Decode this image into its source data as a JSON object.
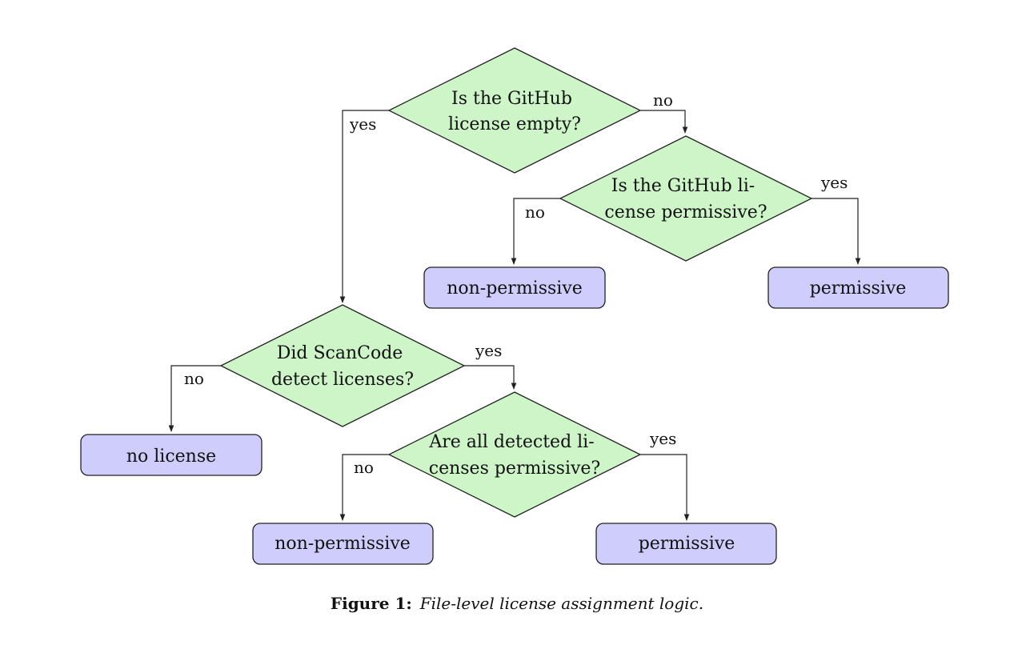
{
  "colors": {
    "decision_fill": "#cdf5c8",
    "outcome_fill": "#cfcdfb",
    "stroke": "#222222"
  },
  "decisions": {
    "github_empty": [
      "Is the GitHub",
      "license empty?"
    ],
    "github_permissive": [
      "Is the GitHub li-",
      "cense permissive?"
    ],
    "scancode_detect": [
      "Did ScanCode",
      "detect licenses?"
    ],
    "all_permissive": [
      "Are all detected li-",
      "censes permissive?"
    ]
  },
  "outcomes": {
    "github_non_permissive": "non-permissive",
    "github_permissive": "permissive",
    "no_license": "no license",
    "scancode_non_permissive": "non-permissive",
    "scancode_permissive": "permissive"
  },
  "edges": {
    "empty_yes": "yes",
    "empty_no": "no",
    "github_perm_no": "no",
    "github_perm_yes": "yes",
    "scancode_no": "no",
    "scancode_yes": "yes",
    "all_perm_no": "no",
    "all_perm_yes": "yes"
  },
  "caption": {
    "label": "Figure 1:",
    "text": "File-level license assignment logic."
  }
}
